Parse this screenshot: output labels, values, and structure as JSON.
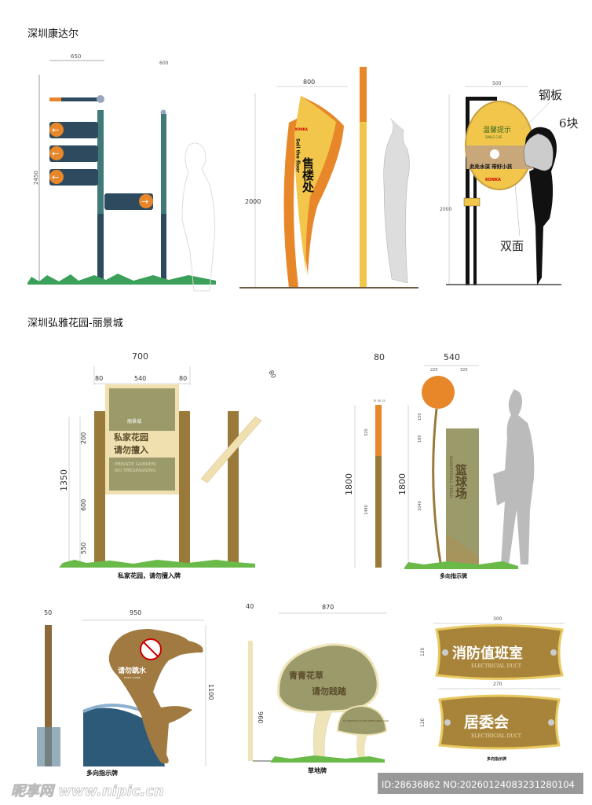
{
  "sections": [
    {
      "title": "深圳康达尔"
    },
    {
      "title": "深圳弘雅花园-丽景城"
    }
  ],
  "directional_post": {
    "width_dim": "650",
    "pole_dim": "600",
    "height_dim": "2450"
  },
  "sales_sign": {
    "width_dim": "800",
    "height_dim": "2000",
    "brand": "KONKA",
    "text_cn": "售楼处",
    "text_en": "Sell the floor"
  },
  "warning_sign": {
    "width_dim": "500",
    "height_dim": "2000",
    "note_steel": "钢板",
    "note_count": "6块",
    "note_double": "双面",
    "title_cn": "温馨提示",
    "title_en": "SMILE CUE",
    "message": "此处水深 带好小孩",
    "brand": "KONKA"
  },
  "garden_sign": {
    "width_dim": "700",
    "sub_dims": [
      "80",
      "540",
      "80"
    ],
    "height_dim": "1350",
    "height_parts": [
      "200",
      "600",
      "550"
    ],
    "side_dim": "80",
    "logo": "丽景城",
    "line1": "私家花园",
    "line2": "请勿擅入",
    "en1": "PRIVATE GARDEN,",
    "en2": "NO TRESPASSING",
    "caption": "私家花园，请勿擅入牌"
  },
  "basketball_sign": {
    "pole_dim": "80",
    "pole_sub": "15 50 15",
    "pole_parts": [
      "320",
      "1480"
    ],
    "height_dim": "1800",
    "height_dim2": "1800",
    "width_dim": "540",
    "width_parts": [
      "220",
      "320"
    ],
    "right_parts": [
      "150",
      "180",
      "1040"
    ],
    "text_cn": "篮球场",
    "text_en": "BASKETBALL FIELD",
    "caption": "多向指示牌"
  },
  "dolphin_sign": {
    "pole_dim": "50",
    "width_dim": "950",
    "height_dim": "1100",
    "text_cn": "请勿跳水",
    "text_en": "DON'T DIVING",
    "caption": "多向指示牌"
  },
  "mushroom_sign": {
    "pole_dim": "40",
    "width_dim": "870",
    "height_dim": "960",
    "line1": "青青花草",
    "line2": "请勿践踏",
    "en": "NO STEPPING ON THE GREEN GRASSLAND",
    "caption": "草地牌"
  },
  "plaques": {
    "width1": "300",
    "height1": "120",
    "title1": "消防值班室",
    "sub1": "ELECTRICIAL DUCT",
    "width2": "270",
    "height2": "120",
    "title2": "居委会",
    "sub2": "ELECTRICIAL DUCT",
    "caption": "多向指示牌"
  },
  "watermark": {
    "site": "昵享网 www.nipic.cn",
    "id": "ID:28636862 NO:20260124083231280104"
  },
  "colors": {
    "navy": "#2e4a5e",
    "orange": "#e8862a",
    "yellow": "#f2c64a",
    "olive": "#9a9a6a",
    "brown": "#9a7a3a",
    "gold": "#c8a040",
    "grass": "#6aba4a"
  }
}
